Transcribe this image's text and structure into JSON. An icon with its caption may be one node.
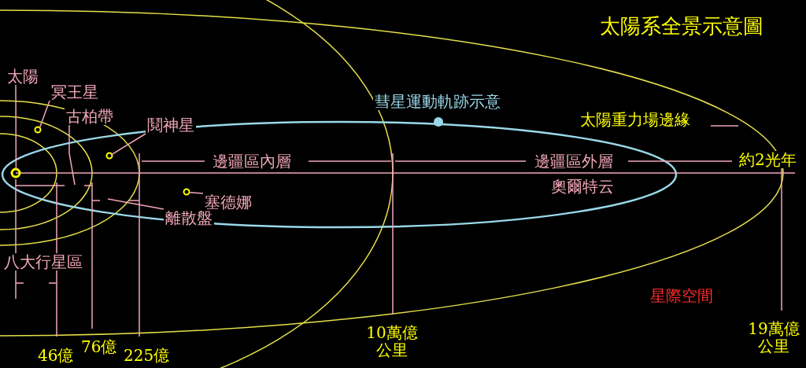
{
  "diagram": {
    "title": "太陽系全景示意圖",
    "nodes": [
      {
        "text": [
          "太陽"
        ]
      },
      {
        "text": [],
        "shape": "circle"
      },
      {
        "text": [
          "冥王星"
        ]
      },
      {
        "text": [],
        "shape": "circle"
      },
      {
        "text": [
          "古柏帶"
        ]
      },
      {
        "text": [
          "鬩神星"
        ]
      },
      {
        "text": [],
        "shape": "circle"
      },
      {
        "text": [
          "離散盤"
        ]
      },
      {
        "text": [
          "塞德娜"
        ]
      },
      {
        "text": [],
        "shape": "circle"
      }
    ],
    "edges": [
      {
        "from": 0,
        "to": 1,
        "arrow": "none"
      },
      {
        "from": 2,
        "to": 3,
        "arrow": "none"
      },
      {
        "from": 4,
        "to": null,
        "arrow": "none"
      },
      {
        "from": 5,
        "to": 6,
        "arrow": "none"
      },
      {
        "from": 7,
        "to": null,
        "arrow": "none"
      },
      {
        "from": 8,
        "to": 9,
        "arrow": "none"
      }
    ],
    "labels": [
      "彗星運動軌跡示意",
      "邊疆區內層",
      "邊疆區外層",
      "約2光年",
      "奧爾特云",
      "八大行星區",
      "星際空間",
      "46億",
      "76億",
      "225億",
      "10萬億公里",
      "19萬億公里"
    ],
    "legend": [
      {
        "text": "太陽重力場邊緣"
      }
    ]
  }
}
